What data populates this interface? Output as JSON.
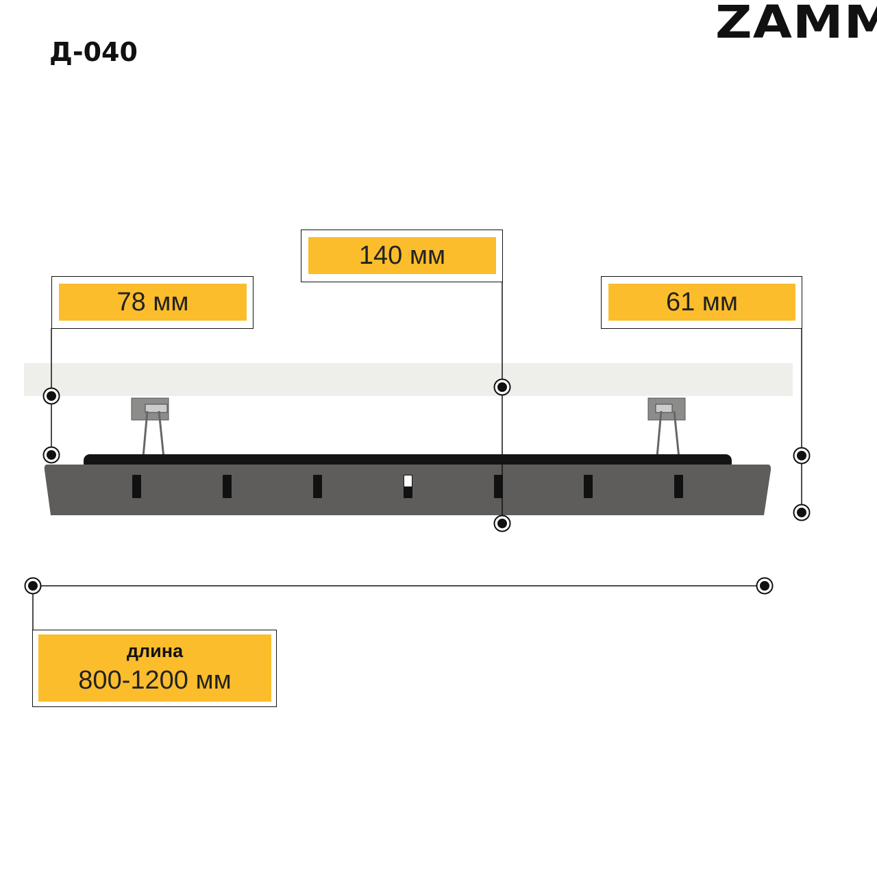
{
  "header": {
    "model": "Д-040",
    "brand": "ZAMM"
  },
  "dimensions": {
    "depth_left": "78 мм",
    "height": "140 мм",
    "depth_right": "61 мм",
    "length_label": "длина",
    "length_value": "800-1200 мм"
  },
  "colors": {
    "label_fill": "#fbbd2c",
    "shelf": "#5e5d5b",
    "ceiling": "#eeeeea"
  }
}
